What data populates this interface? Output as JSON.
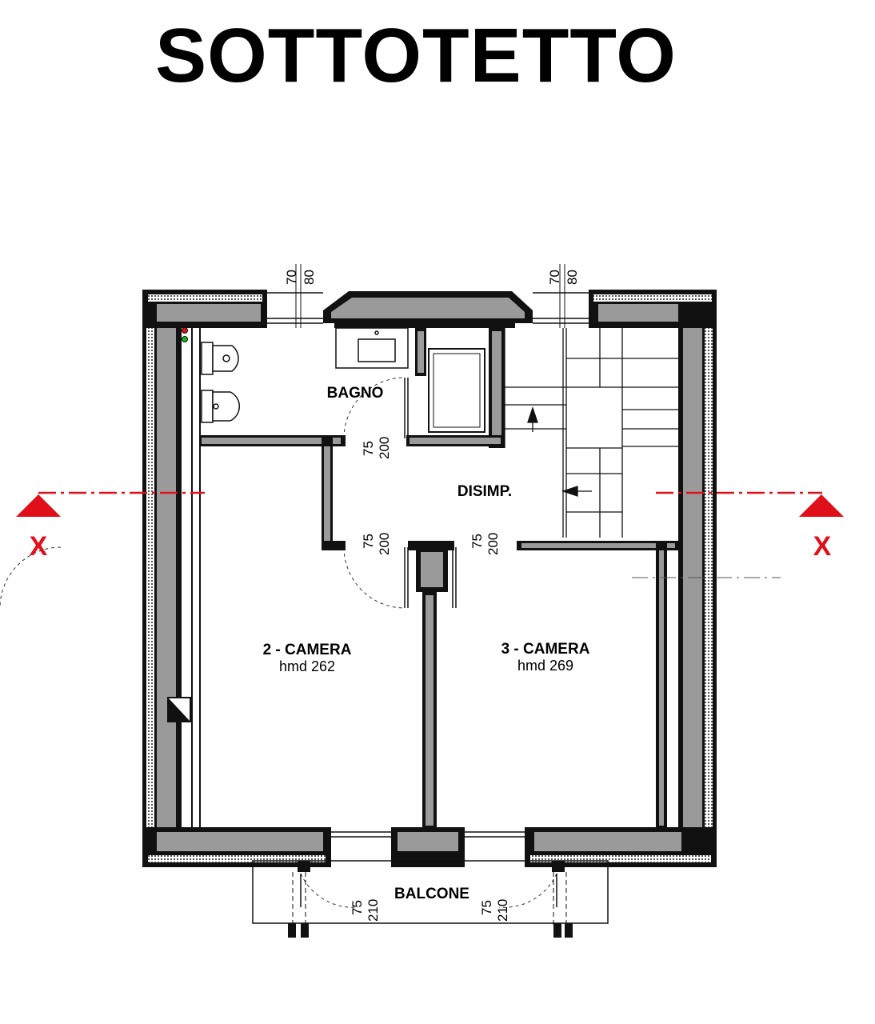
{
  "title": "SOTTOTETTO",
  "rooms": {
    "bagno": "BAGNO",
    "disimpegno": "DISIMP.",
    "camera2": {
      "name": "2 - CAMERA",
      "hmd": "hmd 262"
    },
    "camera3": {
      "name": "3 - CAMERA",
      "hmd": "hmd 269"
    },
    "balcone": "BALCONE"
  },
  "windows": {
    "top_left": {
      "sill": "70",
      "height": "80"
    },
    "top_right": {
      "sill": "70",
      "height": "80"
    }
  },
  "doors": {
    "bagno": {
      "width": "75",
      "height": "200"
    },
    "camera2": {
      "width": "75",
      "height": "200"
    },
    "camera3": {
      "width": "75",
      "height": "200"
    },
    "balcony_left": {
      "width": "75",
      "height": "210"
    },
    "balcony_right": {
      "width": "75",
      "height": "210"
    }
  },
  "section": {
    "left_label": "X",
    "right_label": "X"
  },
  "colors": {
    "wall_fill": "#9a9a9a",
    "wall_line": "#111111",
    "section_line": "#e0101b"
  }
}
